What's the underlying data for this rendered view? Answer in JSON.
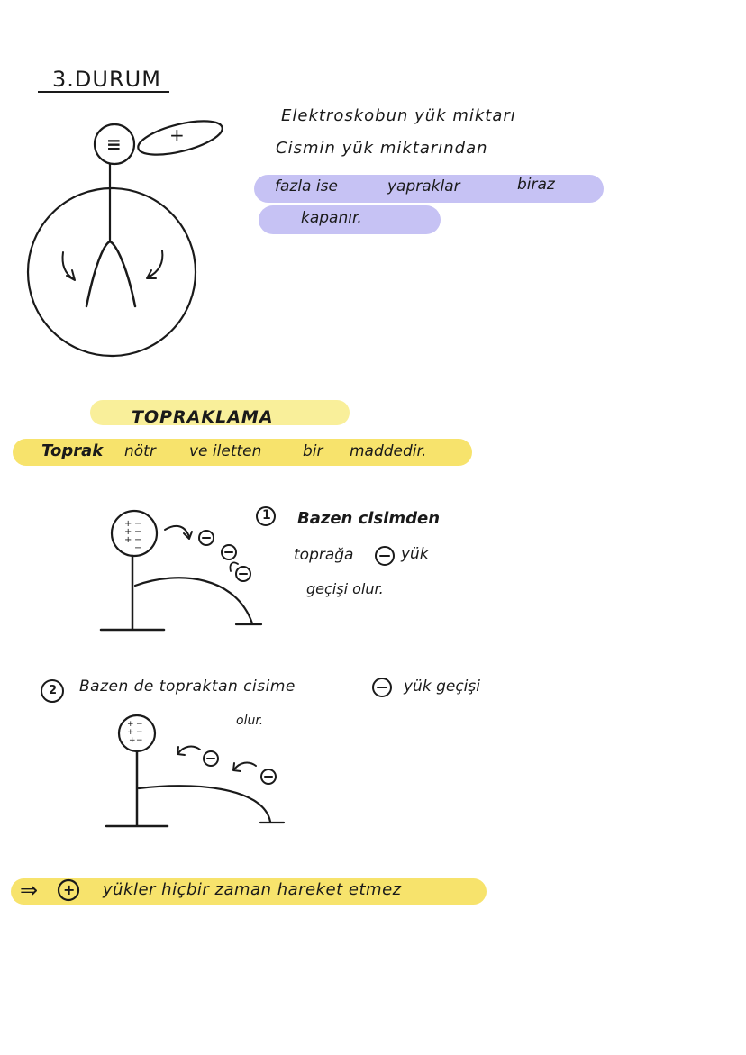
{
  "section3": {
    "title": "3.DURUM",
    "line1": "Elektroskobun yük miktarı",
    "line2": "Cismin yük miktarından",
    "line3a": "fazla ise",
    "line3b": "yapraklar",
    "line3c": "biraz",
    "line4": "kapanır.",
    "knob_sign": "≡",
    "rod_sign": "+"
  },
  "grounding": {
    "title": "TOPRAKLAMA",
    "definition_a": "Toprak",
    "definition_b": "nötr",
    "definition_c": "ve iletten",
    "definition_d": "bir",
    "definition_e": "maddedir.",
    "case1_number": "1",
    "case1_line1": "Bazen cisimden",
    "case1_line2a": "toprağa",
    "case1_line2b": "yük",
    "case1_line3": "geçişi olur.",
    "case2_number": "2",
    "case2_line1a": "Bazen de topraktan cisime",
    "case2_line1b": "yük geçişi",
    "case2_line2": "olur.",
    "minus_sign": "−",
    "summary_arrow": "⇒",
    "summary_plus": "+",
    "summary_text": "yükler hiçbir zaman hareket etmez"
  }
}
